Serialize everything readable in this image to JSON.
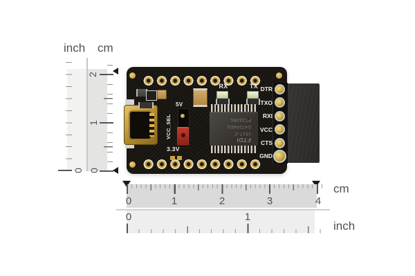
{
  "ruler_vertical": {
    "unit_inch": "inch",
    "unit_cm": "cm",
    "cm_marks": [
      "2",
      "1",
      "0"
    ],
    "inch_marks": [
      "0"
    ]
  },
  "ruler_horizontal": {
    "cm_marks": [
      "0",
      "1",
      "2",
      "3",
      "4"
    ],
    "inch_marks": [
      "0",
      "1"
    ],
    "cm_unit": "cm",
    "inch_unit": "inch"
  },
  "board": {
    "silkscreen": {
      "label_rx": "RX",
      "label_tx": "TX",
      "label_5v": "5V",
      "label_vcc_sel": "VCC_SEL",
      "label_3v3": "3.3V"
    },
    "pin_labels": [
      "DTR",
      "TXO",
      "RXI",
      "VCC",
      "CTS",
      "GND"
    ],
    "chip_text": {
      "brand": "FTDI",
      "line2": "1517-C",
      "line3": "D47204D1",
      "line4": "FT232RL"
    },
    "colors": {
      "pcb": "#17130f",
      "gold": "#c9a43c",
      "jumper_red": "#aa2a20",
      "header_plastic": "#32302d"
    }
  }
}
